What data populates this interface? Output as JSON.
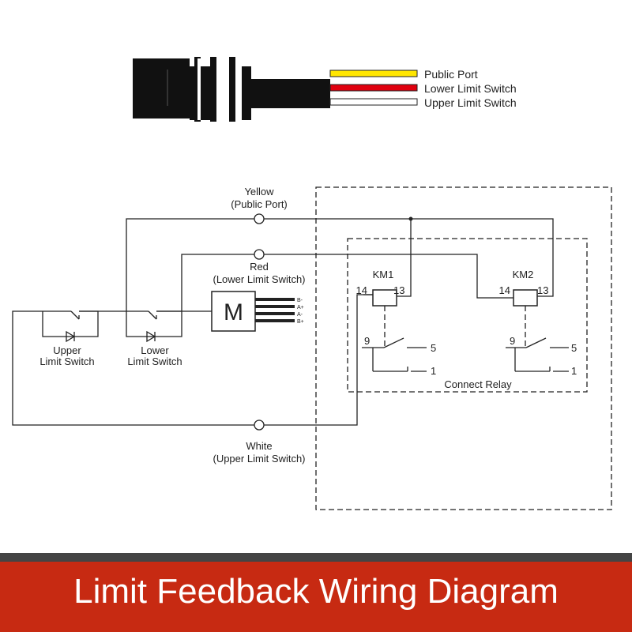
{
  "cable": {
    "wires": [
      {
        "label": "Public Port",
        "color": "#ffe600"
      },
      {
        "label": "Lower Limit Switch",
        "color": "#e0000f"
      },
      {
        "label": "Upper Limit Switch",
        "color": "#ffffff"
      }
    ]
  },
  "terminals": {
    "yellow": {
      "name": "Yellow",
      "desc": "(Public Port)"
    },
    "red": {
      "name": "Red",
      "desc": "(Lower Limit Switch)"
    },
    "white": {
      "name": "White",
      "desc": "(Upper Limit Switch)"
    }
  },
  "switches": {
    "upper": {
      "line1": "Upper",
      "line2": "Limit Switch"
    },
    "lower": {
      "line1": "Lower",
      "line2": "Limit Switch"
    }
  },
  "motor": {
    "symbol": "M",
    "pins": [
      "B-",
      "A+",
      "A-",
      "B+"
    ]
  },
  "relays": {
    "km1": {
      "name": "KM1",
      "left_terminal": "14",
      "right_terminal": "13",
      "contact_common": "9",
      "contact_no": "5",
      "contact_nc": "1"
    },
    "km2": {
      "name": "KM2",
      "left_terminal": "14",
      "right_terminal": "13",
      "contact_common": "9",
      "contact_no": "5",
      "contact_nc": "1"
    },
    "box_label": "Connect Relay"
  },
  "banner": {
    "title": "Limit Feedback Wiring Diagram"
  },
  "colors": {
    "banner": "#c72a12",
    "banner_stripe": "#444444",
    "ink": "#222222"
  }
}
